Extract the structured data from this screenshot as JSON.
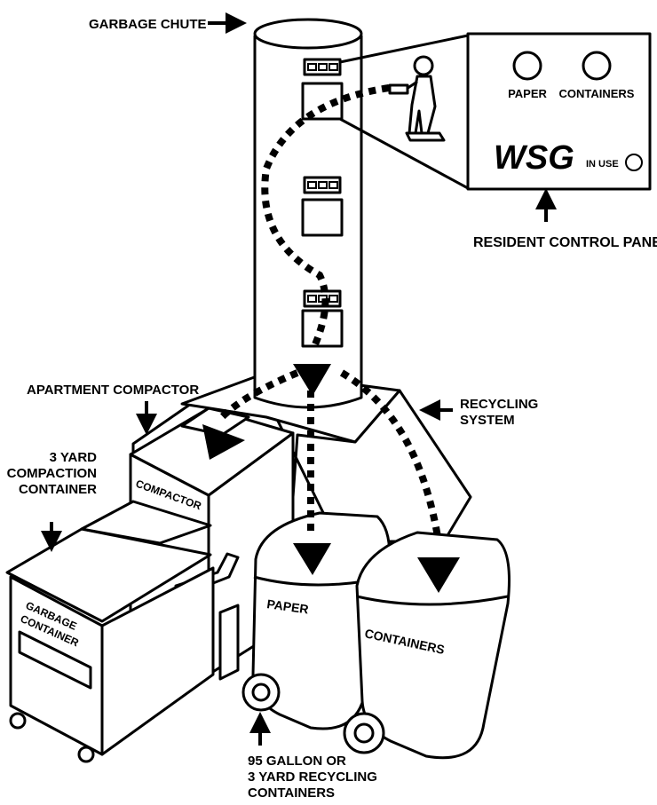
{
  "labels": {
    "garbage_chute": "GARBAGE CHUTE",
    "resident_control_panel": "RESIDENT CONTROL PANEL",
    "apartment_compactor": "APARTMENT COMPACTOR",
    "recycling_system_line1": "RECYCLING",
    "recycling_system_line2": "SYSTEM",
    "yard_line1": "3 YARD",
    "yard_line2": "COMPACTION",
    "yard_line3": "CONTAINER",
    "recycling_cont_line1": "95 GALLON OR",
    "recycling_cont_line2": "3 YARD RECYCLING",
    "recycling_cont_line3": "CONTAINERS"
  },
  "panel": {
    "paper": "PAPER",
    "containers": "CONTAINERS",
    "logo": "WSG",
    "in_use": "IN USE"
  },
  "machine_text": {
    "compactor": "COMPACTOR",
    "garbage_line1": "GARBAGE",
    "garbage_line2": "CONTAINER",
    "paper_bin": "PAPER",
    "containers_bin": "CONTAINERS"
  },
  "colors": {
    "ink": "#000000",
    "paper": "#ffffff"
  }
}
